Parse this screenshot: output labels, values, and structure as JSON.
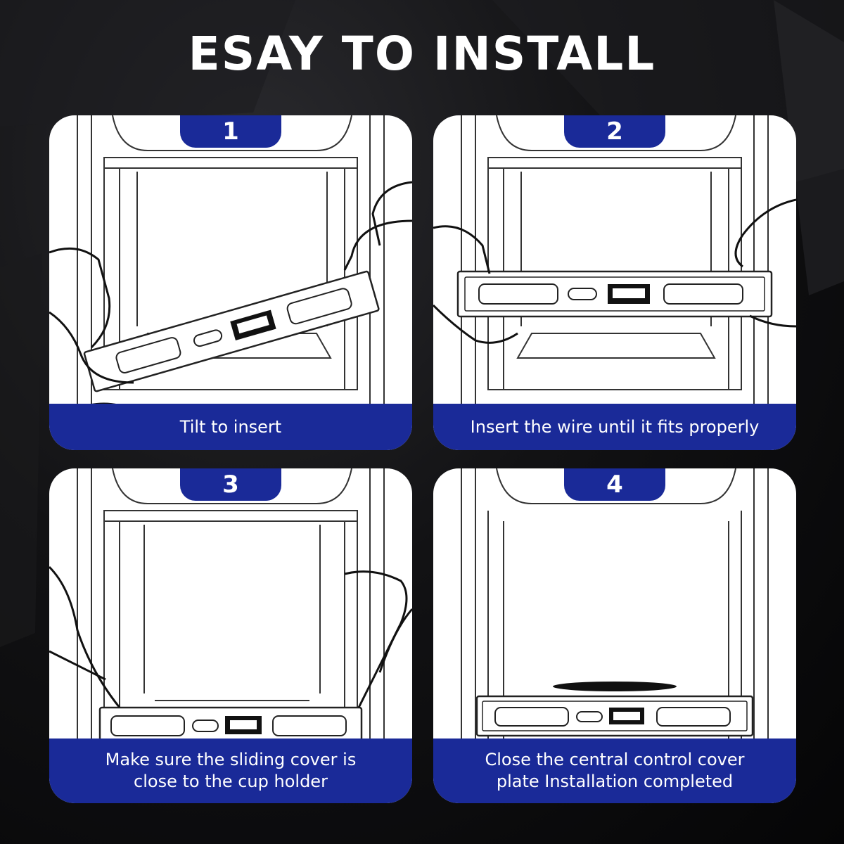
{
  "title": "ESAY TO INSTALL",
  "colors": {
    "accent": "#1a2a98",
    "background": "#0a0a0c",
    "card": "#ffffff"
  },
  "steps": [
    {
      "number": "1",
      "caption_lines": [
        "Tilt to insert"
      ]
    },
    {
      "number": "2",
      "caption_lines": [
        "Insert the wire until it fits properly"
      ]
    },
    {
      "number": "3",
      "caption_lines": [
        "Make sure the sliding cover is",
        "close to the cup holder"
      ]
    },
    {
      "number": "4",
      "caption_lines": [
        "Close the central control cover",
        "plate Installation completed"
      ]
    }
  ]
}
